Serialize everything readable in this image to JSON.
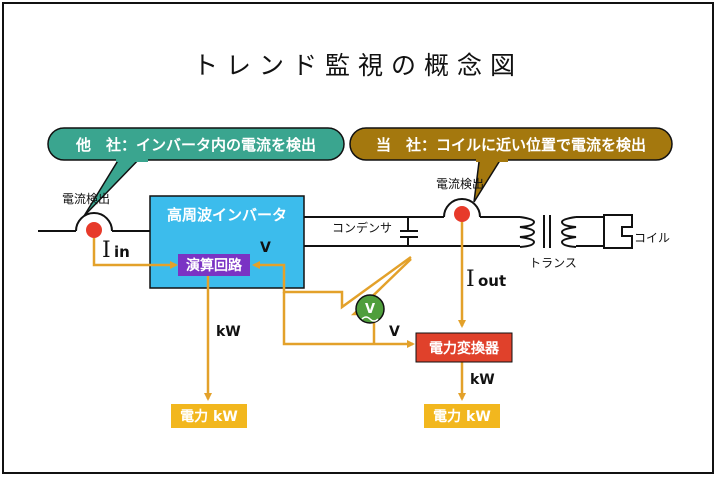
{
  "title": "トレンド監視の概念図",
  "callout_left": "他　社：インバータ内の電流を検出",
  "callout_right": "当　社：コイルに近い位置で電流を検出",
  "sensor_left_label": "電流検出",
  "sensor_right_label": "電流検出",
  "inverter_label": "高周波インバータ",
  "compute_label": "演算回路",
  "i_in_symbol": "I",
  "i_in_sub": "in",
  "i_out_symbol": "I",
  "i_out_sub": "out",
  "v_label_top": "V",
  "v_label_mid": "V",
  "voltmeter_symbol": "V",
  "capacitor_label": "コンデンサ",
  "transformer_label": "トランス",
  "coil_label": "コイル",
  "converter_label": "電力変換器",
  "kw_left": "kW",
  "kw_right": "kW",
  "power_left": "電力 kW",
  "power_right": "電力 kW",
  "colors": {
    "teal": "#3aa58f",
    "brown": "#a4780e",
    "inverter_blue": "#3cbcec",
    "compute_purple": "#7a33c4",
    "converter_red": "#e0412b",
    "orange_arrow": "#e3a12a",
    "power_yellow": "#f2b71e",
    "sensor_red": "#e73a2a",
    "voltmeter_green": "#4f9e3c"
  }
}
